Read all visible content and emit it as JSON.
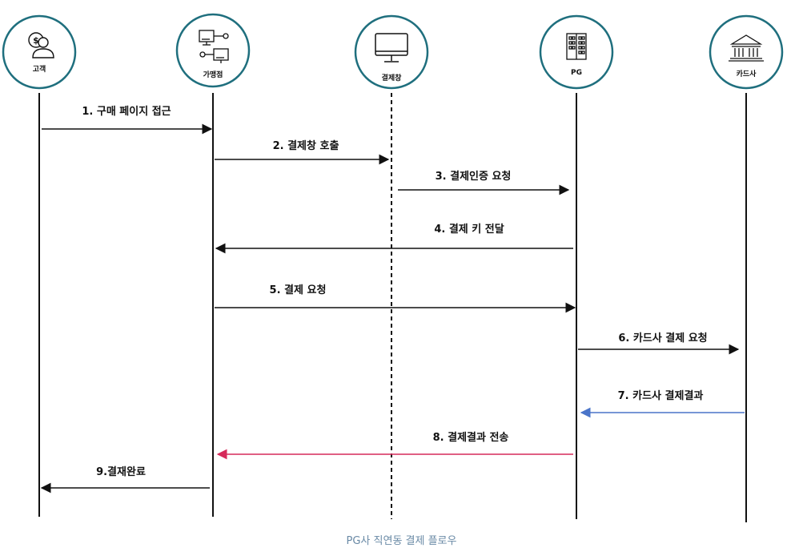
{
  "actors": [
    {
      "id": "customer",
      "label": "고객",
      "icon": "customer-icon"
    },
    {
      "id": "merchant",
      "label": "가맹점",
      "icon": "merchant-network-icon"
    },
    {
      "id": "payment_window",
      "label": "결제창",
      "icon": "monitor-icon"
    },
    {
      "id": "pg",
      "label": "PG",
      "icon": "building-icon"
    },
    {
      "id": "card_company",
      "label": "카드사",
      "icon": "bank-icon"
    }
  ],
  "messages": [
    {
      "label": "1. 구매 페이지 접근",
      "from": "customer",
      "to": "merchant",
      "color": "#111111"
    },
    {
      "label": "2. 결제창 호출",
      "from": "merchant",
      "to": "payment_window",
      "color": "#111111"
    },
    {
      "label": "3.  결제인증 요청",
      "from": "payment_window",
      "to": "pg",
      "color": "#111111"
    },
    {
      "label": "4.  결제 키 전달",
      "from": "pg",
      "to": "merchant",
      "color": "#111111"
    },
    {
      "label": "5.  결제 요청",
      "from": "merchant",
      "to": "pg",
      "color": "#111111"
    },
    {
      "label": "6. 카드사 결제 요청",
      "from": "pg",
      "to": "card_company",
      "color": "#111111"
    },
    {
      "label": "7. 카드사 결제결과",
      "from": "card_company",
      "to": "pg",
      "color": "#4a74c9"
    },
    {
      "label": "8. 결제결과 전송",
      "from": "pg",
      "to": "merchant",
      "color": "#d62a5a"
    },
    {
      "label": "9.결재완료",
      "from": "merchant",
      "to": "customer",
      "color": "#111111"
    }
  ],
  "colors": {
    "circle_stroke": "#1f6f7e",
    "line": "#111111"
  },
  "caption": "PG사 직연동 결제 플로우"
}
